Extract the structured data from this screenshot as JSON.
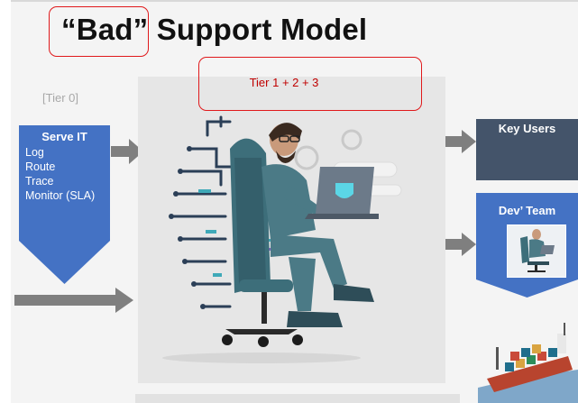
{
  "slide": {
    "title": "“Bad” Support Model",
    "tier0_label": "[Tier 0]",
    "tier_center_label": "Tier 1 + 2 + 3",
    "serve_it": {
      "title": "Serve IT",
      "items": [
        "Log",
        "Route",
        "Trace",
        "Monitor (SLA)"
      ]
    },
    "key_users_label": "Key Users",
    "dev_team_label": "Dev’ Team"
  },
  "colors": {
    "accent_red": "#e0191b",
    "serve_blue": "#4472c4",
    "key_users_slate": "#44546a",
    "arrow_gray": "#7f7f7f"
  },
  "icons": [
    "right-arrow-icon",
    "developer-laptop-illustration",
    "cargo-ship-image"
  ]
}
